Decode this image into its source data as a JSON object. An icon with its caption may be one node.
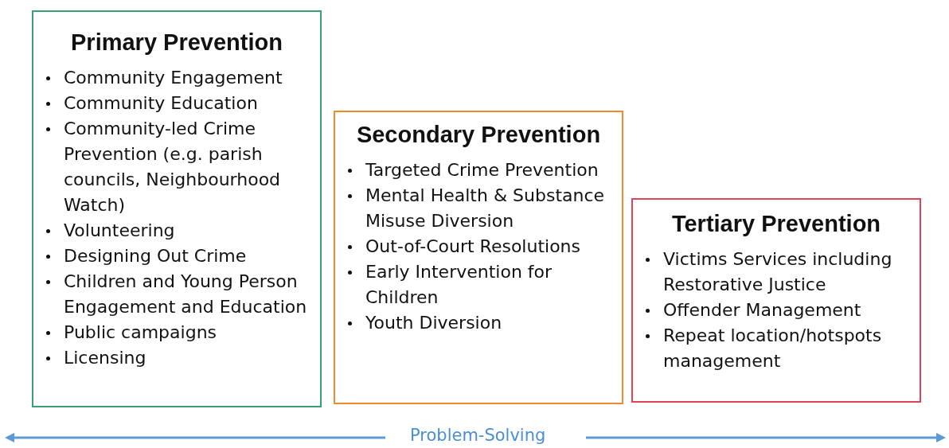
{
  "diagram": {
    "nodes": [
      {
        "text": [
          "Primary Prevention",
          "Community Engagement",
          "Community Education",
          "Community-led Crime Prevention (e.g. parish councils, Neighbourhood Watch)",
          "Volunteering",
          "Designing Out Crime",
          "Children and Young Person Engagement and Education",
          "Public campaigns",
          "Licensing"
        ]
      },
      {
        "text": [
          "Secondary Prevention",
          "Targeted Crime Prevention",
          "Mental Health & Substance Misuse Diversion",
          "Out-of-Court Resolutions",
          "Early Intervention for Children",
          "Youth Diversion"
        ]
      },
      {
        "text": [
          "Tertiary Prevention",
          "Victims Services including Restorative Justice",
          "Offender Management",
          "Repeat location/hotspots management"
        ]
      }
    ],
    "labels": [
      "Problem-Solving"
    ]
  }
}
